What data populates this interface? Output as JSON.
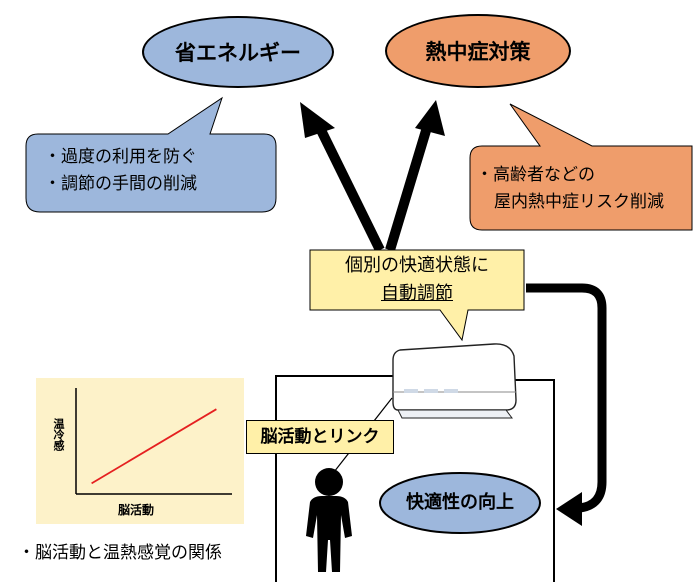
{
  "goals": {
    "energy_saving": "省エネルギー",
    "heatstroke": "熱中症対策"
  },
  "callouts": {
    "energy_line1": "・過度の利用を防ぐ",
    "energy_line2": "・調節の手間の削減",
    "heat_line1": "・高齢者などの",
    "heat_line2": "屋内熱中症リスク削減"
  },
  "center_box": {
    "line1": "個別の快適状態に",
    "line2": "自動調節"
  },
  "link_label": "脳活動とリンク",
  "comfort_label": "快適性の向上",
  "chart": {
    "ylabel": "温冷感",
    "xlabel": "脳活動",
    "caption": "・脳活動と温熱感覚の関係"
  },
  "chart_data": {
    "type": "line",
    "xlabel": "脳活動",
    "ylabel": "温冷感",
    "series": [
      {
        "values": [
          [
            0.1,
            0.1
          ],
          [
            0.9,
            0.8
          ]
        ]
      }
    ],
    "grid": false
  },
  "colors": {
    "blue": "#9db7dc",
    "orange": "#ef9d6b",
    "yellow": "#fff0a8",
    "chart_bg": "#fdf2c9",
    "line": "#e52020"
  }
}
